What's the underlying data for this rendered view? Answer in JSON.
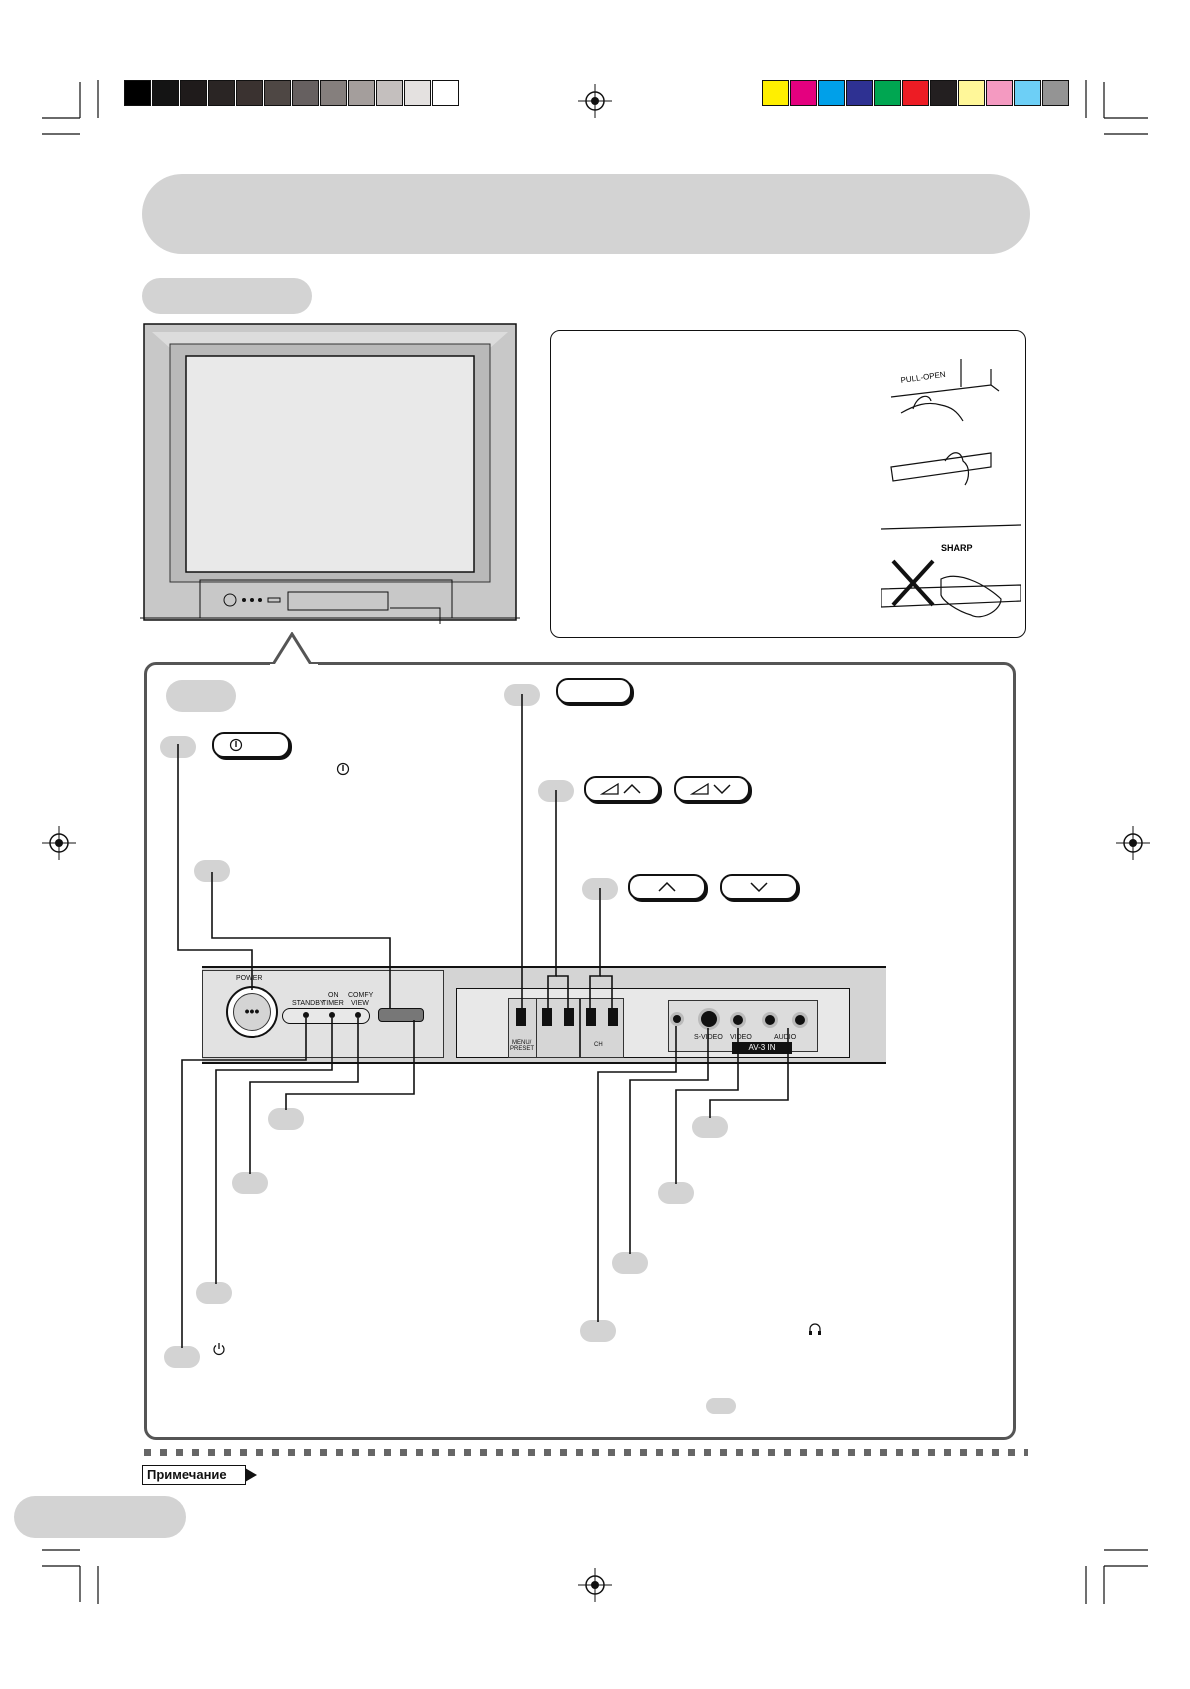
{
  "colors": {
    "grays": [
      "#000000",
      "#141414",
      "#1f1b1b",
      "#2a2524",
      "#3a3230",
      "#4e4744",
      "#666060",
      "#857f7d",
      "#a49e9c",
      "#c4bfbe",
      "#e4e1e0",
      "#ffffff"
    ],
    "process": [
      "#ffef00",
      "#e4007f",
      "#00a0e9",
      "#2e3192",
      "#00a651",
      "#ed1c24",
      "#231f20",
      "#fff799",
      "#f49ac1",
      "#6dcff6",
      "#949494"
    ],
    "panel_gray": "#d3d3d3"
  },
  "illustrations": {
    "pull_open": "PULL-OPEN",
    "brand": "SHARP"
  },
  "control_panel": {
    "power": "POWER",
    "standby": "STANDBY",
    "on_timer_1": "ON",
    "on_timer_2": "TIMER",
    "comfy_1": "COMFY",
    "comfy_2": "VIEW",
    "menu_1": "MENU/",
    "menu_2": "PRESET",
    "s_video": "S-VIDEO",
    "video": "VIDEO",
    "audio": "AUDIO",
    "av_in": "AV-3 IN",
    "ch": "CH"
  },
  "note_label": "Примечание",
  "icons": [
    "power-icon",
    "standby-icon",
    "headphone-icon",
    "volume-up-icon",
    "volume-down-icon",
    "channel-up-icon",
    "channel-down-icon",
    "registration-mark-icon"
  ]
}
